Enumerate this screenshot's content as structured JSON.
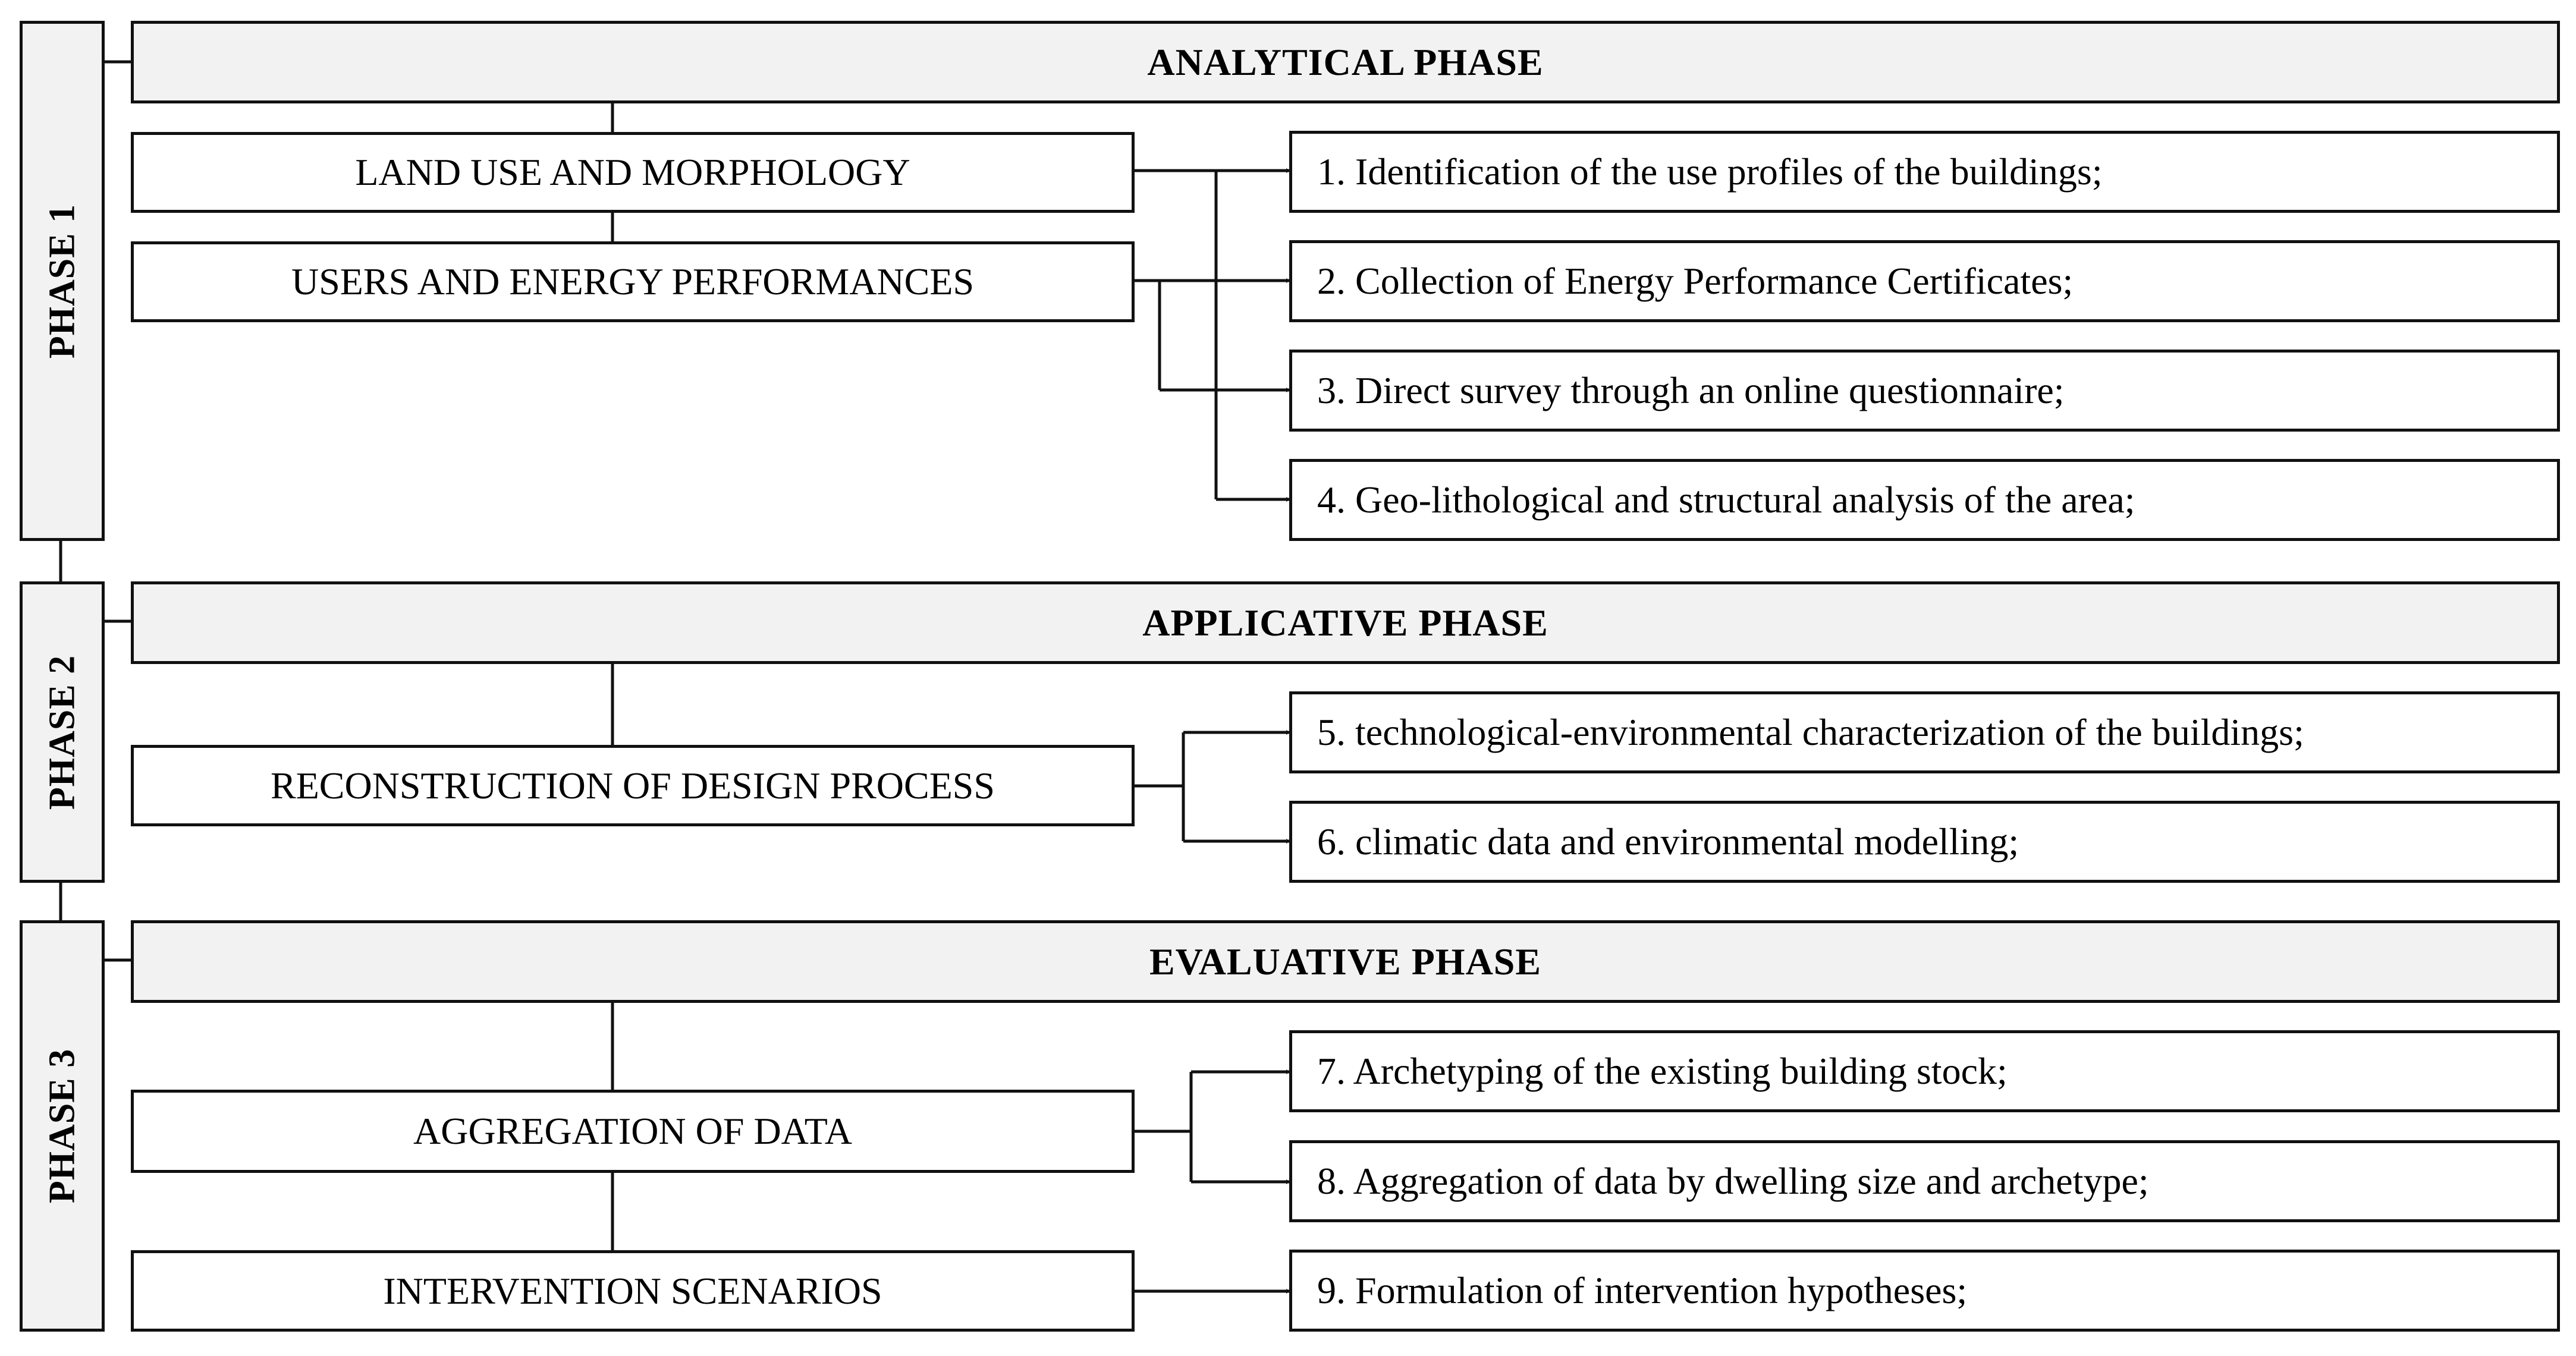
{
  "phases": [
    {
      "label": "PHASE 1",
      "header": "ANALYTICAL PHASE",
      "categories": [
        "LAND USE AND MORPHOLOGY",
        "USERS AND ENERGY PERFORMANCES"
      ],
      "items": [
        "1. Identification of the use profiles of the buildings;",
        "2. Collection of Energy Performance Certificates;",
        "3. Direct survey through an online questionnaire;",
        "4. Geo-lithological and structural analysis of the area;"
      ]
    },
    {
      "label": "PHASE 2",
      "header": "APPLICATIVE PHASE",
      "categories": [
        "RECONSTRUCTION OF DESIGN PROCESS"
      ],
      "items": [
        "5. technological-environmental characterization of the buildings;",
        "6. climatic data and environmental modelling;"
      ]
    },
    {
      "label": "PHASE 3",
      "header": "EVALUATIVE PHASE",
      "categories": [
        "AGGREGATION OF DATA",
        "INTERVENTION SCENARIOS"
      ],
      "items": [
        "7. Archetyping of the existing building stock;",
        "8. Aggregation of data by dwelling size and archetype;",
        "9. Formulation of intervention hypotheses;"
      ]
    }
  ],
  "colors": {
    "header_fill": "#f2f2f2",
    "line": "#111111"
  }
}
